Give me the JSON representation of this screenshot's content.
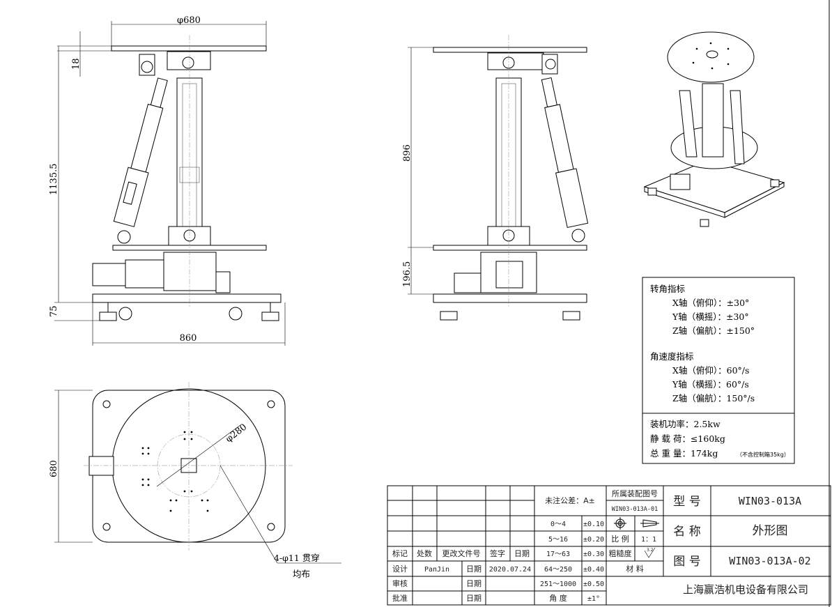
{
  "front_view": {
    "dim_top_diameter": "φ680",
    "dim_plate_thickness": "18",
    "dim_total_height": "1135.5",
    "dim_base_height": "75",
    "dim_base_width": "860"
  },
  "side_view": {
    "dim_stroke_height": "896",
    "dim_lower_height": "196.5"
  },
  "top_view": {
    "dim_width": "680",
    "dim_circle": "φ280",
    "hole_note_line1": "4-φ11 贯穿",
    "hole_note_line2": "均布"
  },
  "spec_box": {
    "rotation_title": "转角指标",
    "rotation": [
      "X轴（俯仰）：±30°",
      "Y轴（横摇）：±30°",
      "Z轴（偏航）：±150°"
    ],
    "velocity_title": "角速度指标",
    "velocity": [
      "X轴（俯仰）：60°/s",
      "Y轴（横摇）：60°/s",
      "Z轴（偏航）：150°/s"
    ],
    "power": "装机功率：2.5kw",
    "static_load": "静 载 荷：≤160kg",
    "total_weight": "总 重 量：174kg",
    "weight_note": "（不含控制箱35kg）"
  },
  "title_block": {
    "rev_headers": [
      "标记",
      "处数",
      "更改文件号",
      "签字",
      "日期"
    ],
    "design_label": "设计",
    "designer": "PanJin",
    "date_label": "日期",
    "design_date": "2020.07.24",
    "review_label": "审核",
    "approve_label": "批准",
    "tolerance_label": "未注公差：A±",
    "tolerances": [
      {
        "range": "0～4",
        "value": "±0.10"
      },
      {
        "range": "5～16",
        "value": "±0.20"
      },
      {
        "range": "17～63",
        "value": "±0.30"
      },
      {
        "range": "64～250",
        "value": "±0.40"
      },
      {
        "range": "251～1000",
        "value": "±0.50"
      },
      {
        "range": "角  度",
        "value": "±1°"
      }
    ],
    "assembly_label": "所属装配图号",
    "assembly_no": "WIN03-013A-01",
    "scale_label": "比 例",
    "scale": "1：1",
    "roughness_label": "粗糙度",
    "roughness": "3.2",
    "material_label": "材    料",
    "model_label": "型 号",
    "model": "WIN03-013A",
    "name_label": "名 称",
    "name": "外形图",
    "drawing_label": "图 号",
    "drawing_no": "WIN03-013A-02",
    "company": "上海赢浩机电设备有限公司"
  }
}
